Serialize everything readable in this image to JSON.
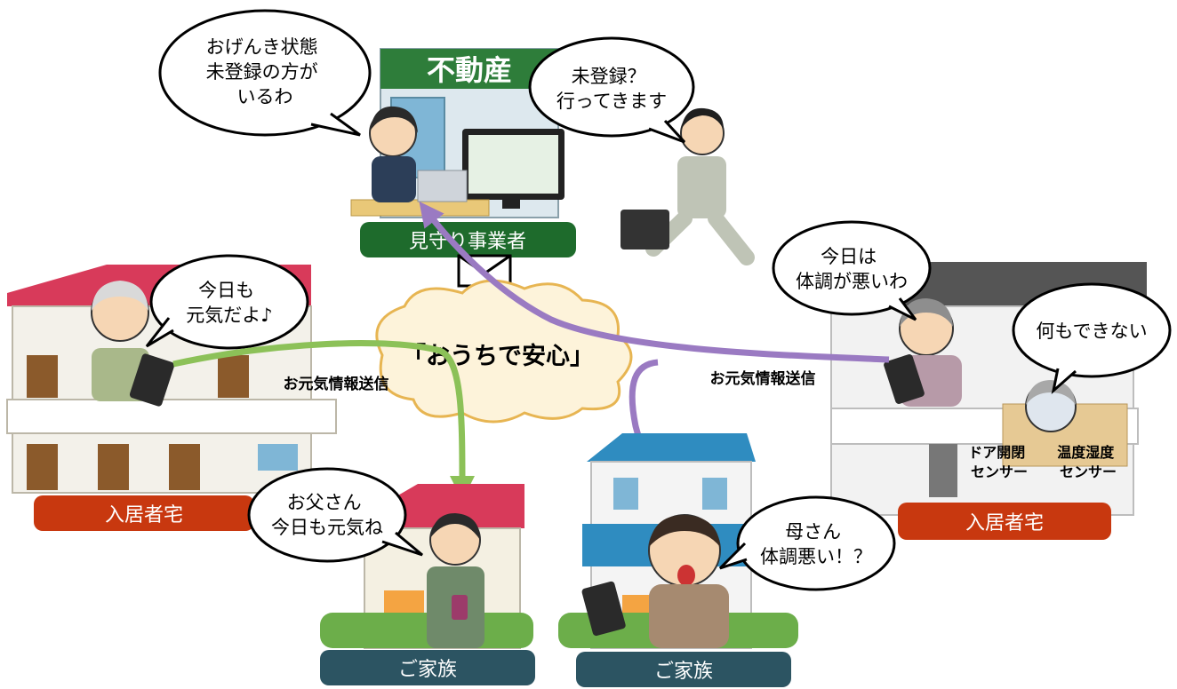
{
  "center": {
    "service_name": "「おうちで安心」"
  },
  "arrows": {
    "left_label": "お元気情報送信",
    "right_label": "お元気情報送信"
  },
  "operator": {
    "sign": "不動産",
    "label": "見守り事業者",
    "bubble_staff": [
      "おげんき状態",
      "未登録の方が",
      "いるわ"
    ],
    "bubble_runner": [
      "未登録？",
      "行ってきます"
    ]
  },
  "resident_left": {
    "label": "入居者宅",
    "bubble": [
      "今日も",
      "元気だよ♪"
    ]
  },
  "resident_right": {
    "label": "入居者宅",
    "bubble_woman": [
      "今日は",
      "体調が悪いわ"
    ],
    "bubble_elder": [
      "何もできない"
    ],
    "sensor_door": [
      "ドア開閉",
      "センサー"
    ],
    "sensor_temp": [
      "温度湿度",
      "センサー"
    ]
  },
  "family_left": {
    "label": "ご家族",
    "bubble": [
      "お父さん",
      "今日も元気ね"
    ]
  },
  "family_right": {
    "label": "ご家族",
    "bubble": [
      "母さん",
      "体調悪い！？"
    ]
  },
  "colors": {
    "label_red": "#c8380f",
    "label_green": "#1e6b2c",
    "label_teal": "#2c5462",
    "arrow_green": "#8cc158",
    "arrow_purple": "#9a7ac2",
    "roof_red": "#d83a5a",
    "roof_blue": "#2f8cc0"
  }
}
